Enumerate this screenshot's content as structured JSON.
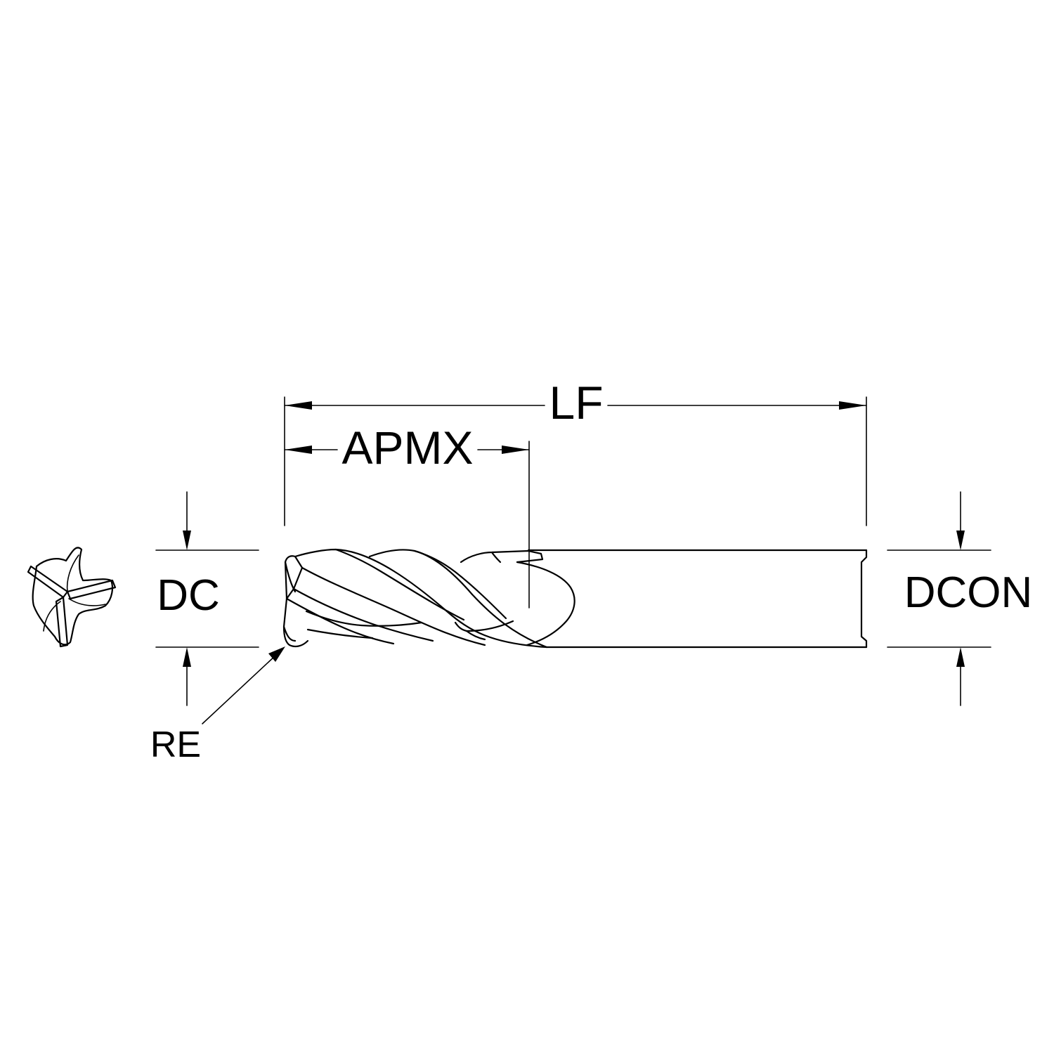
{
  "diagram": {
    "labels": {
      "lf": "LF",
      "apmx": "APMX",
      "dc": "DC",
      "dcon": "DCON",
      "re": "RE"
    },
    "colors": {
      "line": "#000000",
      "background": "#ffffff"
    },
    "icons": {
      "end_view": "end-mill-end-view-icon"
    }
  }
}
